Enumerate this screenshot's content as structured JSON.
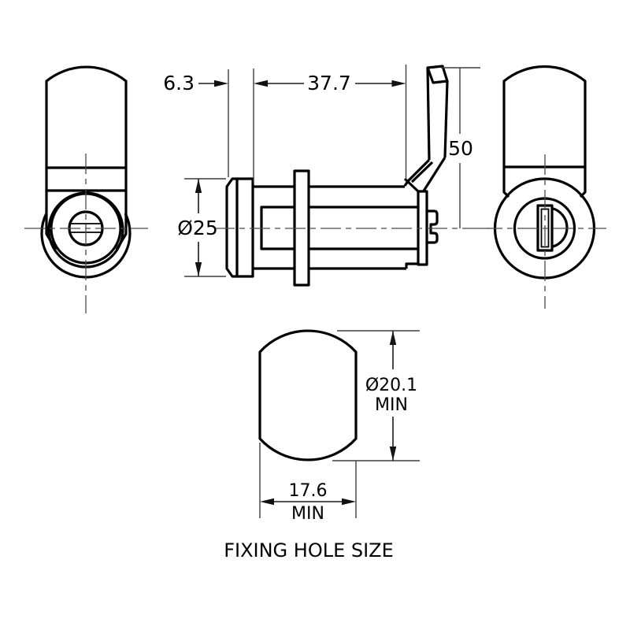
{
  "drawing": {
    "caption": "FIXING HOLE SIZE",
    "colors": {
      "object_line": "#000000",
      "dimension_line": "#3d3d3d",
      "text": "#000000",
      "background": "#ffffff"
    },
    "dimensions": {
      "head_depth": "6.3",
      "barrel_length": "37.7",
      "cam_height": "50",
      "head_diameter": "Ø25",
      "hole_diameter": "Ø20.1",
      "hole_diameter_min": "MIN",
      "hole_width": "17.6",
      "hole_width_min": "MIN"
    }
  }
}
